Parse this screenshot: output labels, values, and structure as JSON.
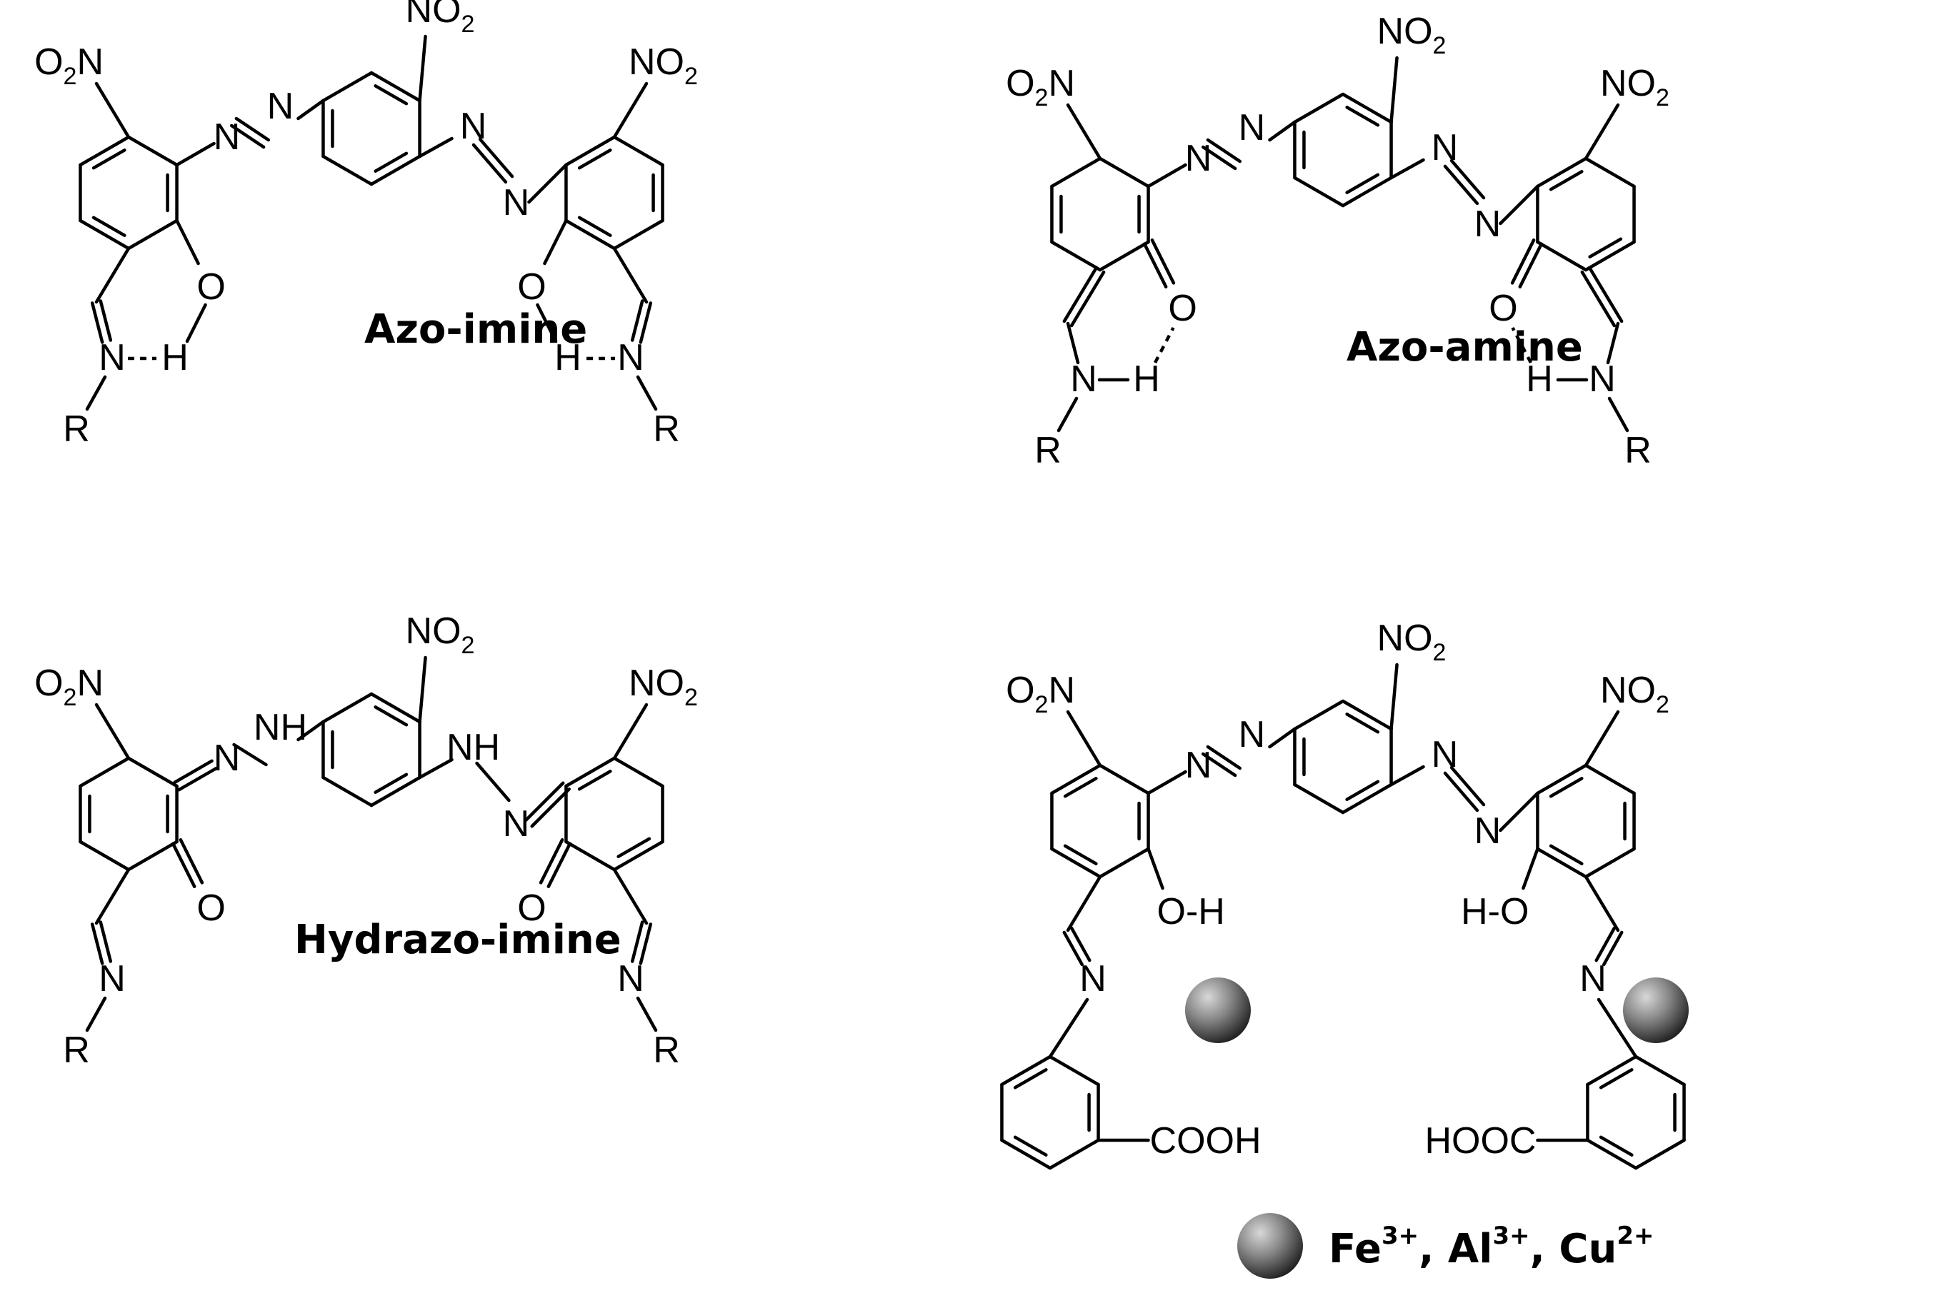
{
  "panels": [
    {
      "id": "azo-imine",
      "name": "Azo-imine",
      "left_O": "O",
      "left_H": "H",
      "left_N": "N",
      "left_R": "R",
      "right_O": "O",
      "right_H": "H",
      "right_N": "N",
      "right_R": "R",
      "bridge_left": "N",
      "bridge_left2": "N",
      "bridge_right": "N",
      "bridge_right2": "N"
    },
    {
      "id": "azo-amine",
      "name": "Azo-amine",
      "left_O": "O",
      "left_H": "H",
      "left_N": "N",
      "left_R": "R",
      "right_O": "O",
      "right_H": "H",
      "right_N": "N",
      "right_R": "R",
      "bridge_left": "N",
      "bridge_left2": "N",
      "bridge_right": "N",
      "bridge_right2": "N"
    },
    {
      "id": "hydrazo-imine",
      "name": "Hydrazo-imine",
      "left_O": "O",
      "left_N": "N",
      "left_R": "R",
      "right_O": "O",
      "right_N": "N",
      "right_R": "R",
      "bridge_left": "N",
      "bridge_left2": "NH",
      "bridge_right": "NH",
      "bridge_right2": "N"
    },
    {
      "id": "complex",
      "name": "",
      "left_OH": "O-H",
      "right_OH": "H-O",
      "left_N": "N",
      "right_N": "N",
      "left_acid": "COOH",
      "right_acid": "HOOC",
      "bridge_left": "N",
      "bridge_left2": "N",
      "bridge_right": "N",
      "bridge_right2": "N"
    }
  ],
  "nitro": {
    "main": "NO",
    "main_sub": "2",
    "left_main": "O",
    "left_sub": "2",
    "left_tail": "N"
  },
  "legend": {
    "ions": [
      {
        "base": "Fe",
        "charge": "3+"
      },
      {
        "base": "Al",
        "charge": "3+"
      },
      {
        "base": "Cu",
        "charge": "2+"
      }
    ],
    "separator": ", "
  },
  "colors": {
    "ink": "#000000",
    "sphere_light": "#bdbdbd",
    "sphere_dark": "#2a2a2a"
  }
}
